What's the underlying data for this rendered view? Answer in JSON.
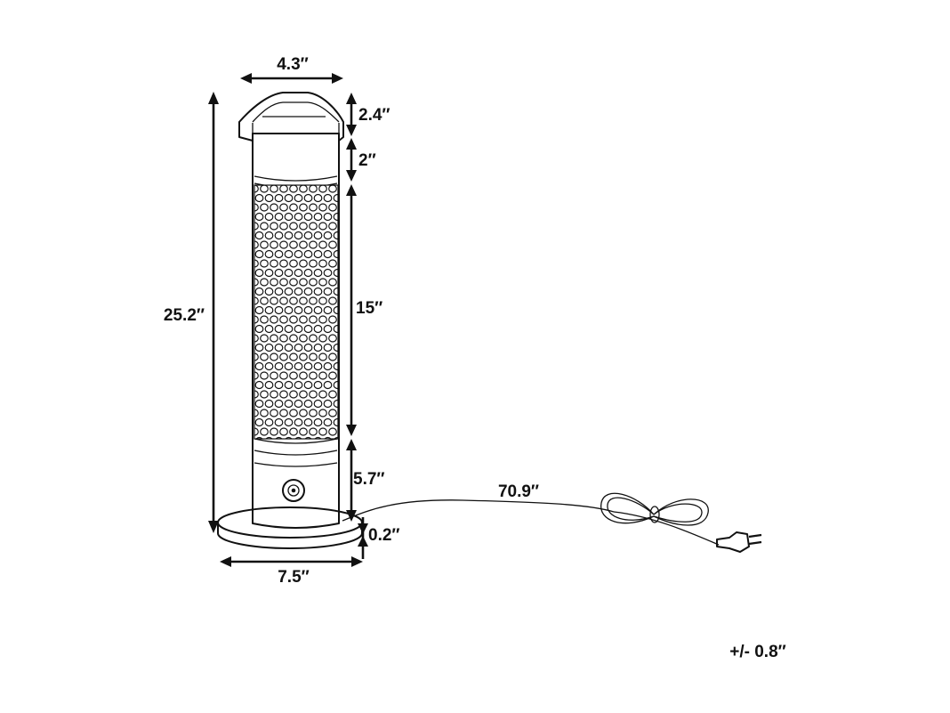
{
  "dimensions": {
    "handle_width": "4.3″",
    "handle_height": "2.4″",
    "top_cap_height": "2″",
    "grille_height": "15″",
    "total_height": "25.2″",
    "base_section_height": "5.7″",
    "base_plate_thickness": "0.2″",
    "base_diameter": "7.5″",
    "cable_length": "70.9″"
  },
  "tolerance": "+/- 0.8″",
  "colors": {
    "line": "#111111",
    "background": "#ffffff"
  }
}
